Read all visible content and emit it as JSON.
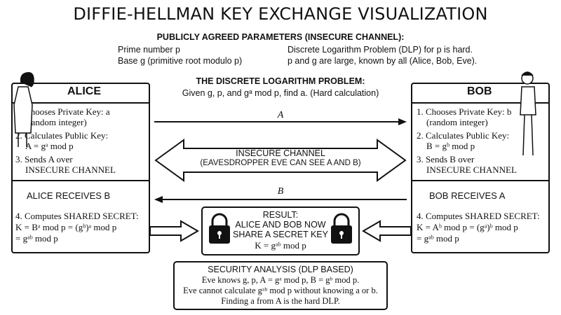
{
  "title": "DIFFIE-HELLMAN KEY EXCHANGE VISUALIZATION",
  "params": {
    "heading": "PUBLICLY AGREED PARAMETERS (INSECURE CHANNEL):",
    "prime": "Prime number p",
    "base": "Base g  (primitive root modulo p)",
    "dlp_note": "Discrete Logarithm Problem (DLP) for p is hard.",
    "known_note": "p and g are large, known by all (Alice, Bob, Eve)."
  },
  "dlp": {
    "heading": "THE DISCRETE LOGARITHM PROBLEM:",
    "statement": "Given g, p, and gᵃ mod p, find a.  (Hard calculation)"
  },
  "alice": {
    "name": "ALICE",
    "step1": "1. Chooses Private Key: a",
    "step1b": "(random integer)",
    "step2": "2. Calculates Public Key:",
    "step2b": "A = gᵃ mod p",
    "step3": "3. Sends A over",
    "step3b": "INSECURE CHANNEL",
    "receives": "ALICE RECEIVES B",
    "step4": "4. Computes SHARED SECRET:",
    "step4b": "K = Bᵃ mod p = (gᵇ)ᵃ mod p",
    "step4c": "= gᵃᵇ mod p"
  },
  "bob": {
    "name": "BOB",
    "step1": "1. Chooses Private Key: b",
    "step1b": "(random integer)",
    "step2": "2. Calculates Public Key:",
    "step2b": "B = gᵇ mod p",
    "step3": "3. Sends B over",
    "step3b": "INSECURE CHANNEL",
    "receives": "BOB RECEIVES A",
    "step4": "4. Computes SHARED SECRET:",
    "step4b": "K = Aᵇ mod p = (gᵃ)ᵇ mod p",
    "step4c": "= gᵃᵇ mod p"
  },
  "channel": {
    "label_a": "A",
    "label_b": "B",
    "line1": "INSECURE CHANNEL",
    "line2": "(EAVESDROPPER EVE CAN SEE A AND B)"
  },
  "result": {
    "line1": "RESULT:",
    "line2": "ALICE AND BOB NOW",
    "line3": "SHARE A SECRET KEY",
    "line4": "K = gᵃᵇ mod p"
  },
  "security": {
    "heading": "SECURITY ANALYSIS (DLP BASED)",
    "line1": "Eve knows g, p, A = gᵃ mod p, B = gᵇ mod p.",
    "line2": "Eve cannot calculate gᵃᵇ mod p without knowing a or b.",
    "line3": "Finding a from A is the hard DLP."
  }
}
